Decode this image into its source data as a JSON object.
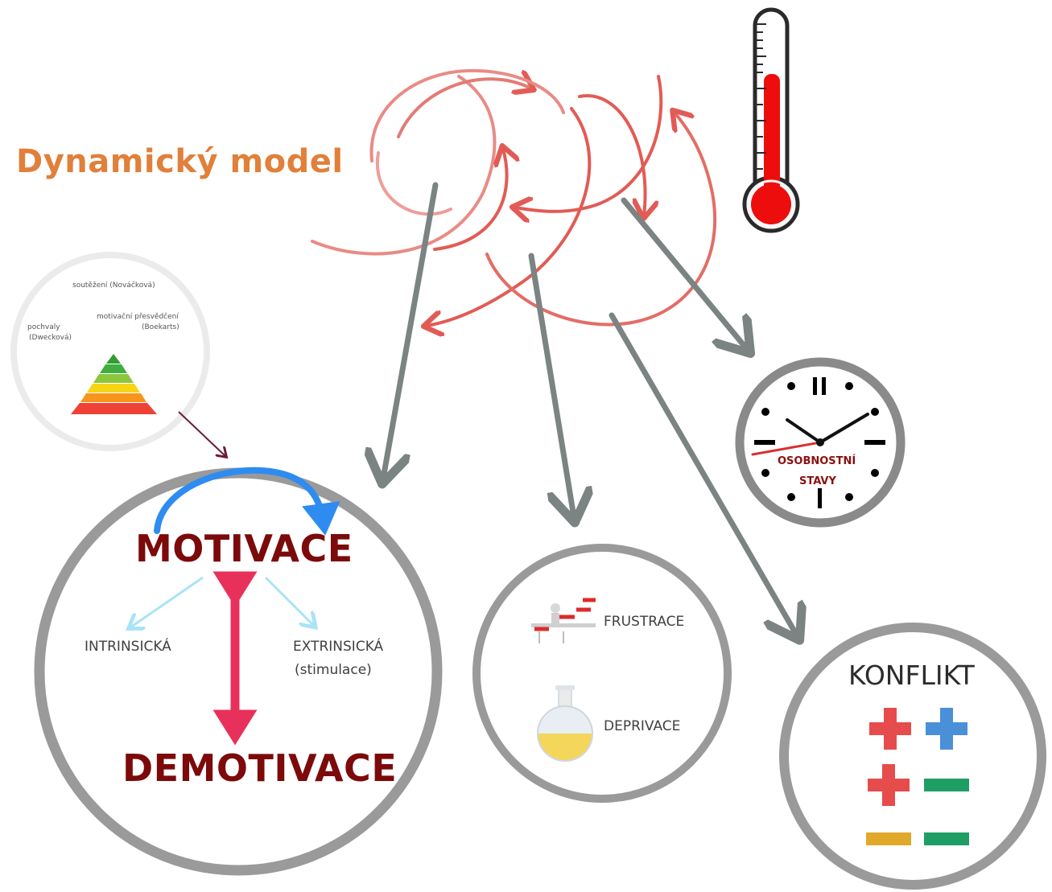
{
  "title": "Dynamický model",
  "motivation_circle": {
    "main": "MOTIVACE",
    "opposite": "DEMOTIVACE",
    "intrinsic": "INTRINSICKÁ",
    "extrinsic": "EXTRINSICKÁ",
    "extrinsic_note": "(stimulace)"
  },
  "theories_circle": {
    "competition": "soutěžení (Nováčková)",
    "beliefs": "motivační přesvědčení",
    "beliefs_author": "(Boekarts)",
    "praise": "pochvaly",
    "praise_author": "(Dwecková)",
    "pyramid_colors": [
      "#2e9e2e",
      "#8cc63f",
      "#f7d417",
      "#f7941d",
      "#ef4136"
    ]
  },
  "frustration_circle": {
    "frustrace": "FRUSTRACE",
    "deprivace": "DEPRIVACE"
  },
  "clock": {
    "line1": "OSOBNOSTNÍ",
    "line2": "STAVY",
    "numeral": "II"
  },
  "conflict_circle": {
    "label": "KONFLIKT",
    "symbols": [
      {
        "symbol": "plus",
        "color": "#e74c4c"
      },
      {
        "symbol": "plus",
        "color": "#4a90d9"
      },
      {
        "symbol": "plus",
        "color": "#e74c4c"
      },
      {
        "symbol": "minus",
        "color": "#1e9e63"
      },
      {
        "symbol": "minus",
        "color": "#e0a92a"
      },
      {
        "symbol": "minus",
        "color": "#1e9e63"
      }
    ]
  },
  "colors": {
    "title": "#e0803a",
    "dark_red": "#7c0a0a",
    "swirl": "#e8756d",
    "connector": "#7b8383",
    "circle_outline": "#9b9b9b",
    "thermometer_red": "#ee0d0d"
  }
}
